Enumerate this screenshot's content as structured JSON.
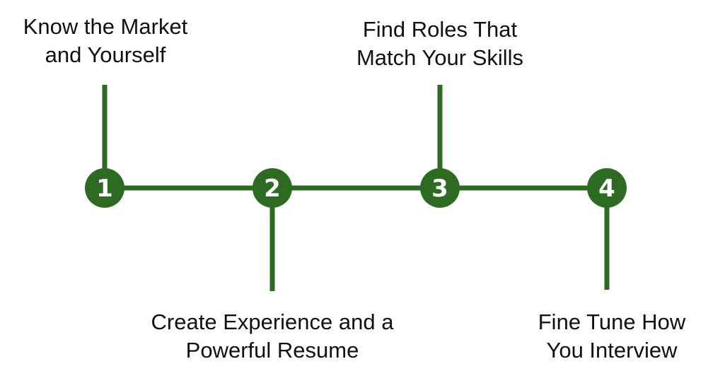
{
  "colors": {
    "line": "#2e6b22",
    "node": "#2e6b22",
    "node_text": "#ffffff",
    "text": "#111111"
  },
  "steps": [
    {
      "number": "1",
      "label_lines": [
        "Know the Market",
        "and Yourself"
      ],
      "label_side": "top"
    },
    {
      "number": "2",
      "label_lines": [
        "Create Experience and a",
        "Powerful Resume"
      ],
      "label_side": "bottom"
    },
    {
      "number": "3",
      "label_lines": [
        "Find Roles That",
        "Match Your Skills"
      ],
      "label_side": "top"
    },
    {
      "number": "4",
      "label_lines": [
        "Fine Tune How",
        "You Interview"
      ],
      "label_side": "bottom"
    }
  ]
}
